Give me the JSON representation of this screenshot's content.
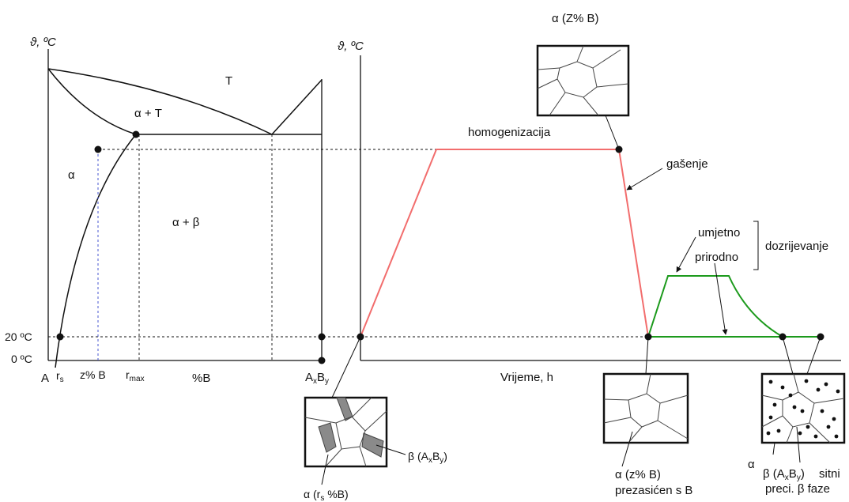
{
  "phase_diagram": {
    "y_axis_label": "ϑ, ºC",
    "temp_20": "20 ºC",
    "temp_0": "0 ºC",
    "region_liquid": "T",
    "region_alpha_liquid": "α + T",
    "region_alpha": "α",
    "region_alpha_beta": "α + β",
    "x_A": "A",
    "x_rs": "r",
    "x_rs_sub": "s",
    "x_z": "z% B",
    "x_rmax": "r",
    "x_rmax_sub": "max",
    "x_percentB": "%B",
    "x_AxBy": {
      "a": "A",
      "x": "x",
      "b": "B",
      "y": "y"
    }
  },
  "time_diagram": {
    "y_axis_label": "ϑ, ºC",
    "x_axis_label": "Vrijeme, h",
    "homogenization": "homogenizacija",
    "quenching": "gašenje",
    "artificial": "umjetno",
    "natural": "prirodno",
    "aging": "dozrijevanje"
  },
  "micrographs": {
    "top": "α (Z% B)",
    "initial_alpha": "α (r",
    "initial_alpha_sub": "s",
    "initial_alpha_end": " %B)",
    "initial_beta": {
      "pre": "β (A",
      "x": "x",
      "b": "B",
      "y": "y",
      "end": ")"
    },
    "quenched_line1": "α (z% B)",
    "quenched_line2": "prezasićen s B",
    "aged_alpha": "α",
    "aged_beta": {
      "pre": "β (A",
      "x": "x",
      "b": "B",
      "y": "y",
      "end": ")"
    },
    "aged_fine1": "sitni",
    "aged_fine2": "preci. β faze"
  },
  "colors": {
    "line": "#111111",
    "heating": "#f26d6d",
    "aging": "#1c9a1c",
    "z_marker": "#3344cc",
    "beta_phase": "#8a8a8a"
  }
}
